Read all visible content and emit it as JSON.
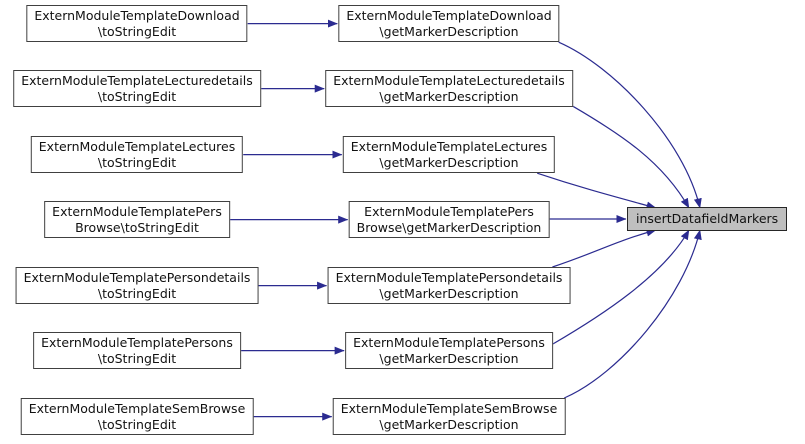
{
  "colors": {
    "edge": "#2b2b90",
    "node_border": "#404040",
    "node_fill": "#ffffff",
    "target_fill": "#bfbfbf",
    "target_border": "#262626",
    "text": "#111111",
    "background": "#ffffff"
  },
  "graph": {
    "target": {
      "label": "insertDatafieldMarkers"
    },
    "rows": [
      {
        "caller_line1": "ExternModuleTemplateDownload",
        "caller_line2": "\\toStringEdit",
        "marker_line1": "ExternModuleTemplateDownload",
        "marker_line2": "\\getMarkerDescription"
      },
      {
        "caller_line1": "ExternModuleTemplateLecturedetails",
        "caller_line2": "\\toStringEdit",
        "marker_line1": "ExternModuleTemplateLecturedetails",
        "marker_line2": "\\getMarkerDescription"
      },
      {
        "caller_line1": "ExternModuleTemplateLectures",
        "caller_line2": "\\toStringEdit",
        "marker_line1": "ExternModuleTemplateLectures",
        "marker_line2": "\\getMarkerDescription"
      },
      {
        "caller_line1": "ExternModuleTemplatePers",
        "caller_line2": "Browse\\toStringEdit",
        "marker_line1": "ExternModuleTemplatePers",
        "marker_line2": "Browse\\getMarkerDescription"
      },
      {
        "caller_line1": "ExternModuleTemplatePersondetails",
        "caller_line2": "\\toStringEdit",
        "marker_line1": "ExternModuleTemplatePersondetails",
        "marker_line2": "\\getMarkerDescription"
      },
      {
        "caller_line1": "ExternModuleTemplatePersons",
        "caller_line2": "\\toStringEdit",
        "marker_line1": "ExternModuleTemplatePersons",
        "marker_line2": "\\getMarkerDescription"
      },
      {
        "caller_line1": "ExternModuleTemplateSemBrowse",
        "caller_line2": "\\toStringEdit",
        "marker_line1": "ExternModuleTemplateSemBrowse",
        "marker_line2": "\\getMarkerDescription"
      }
    ]
  }
}
